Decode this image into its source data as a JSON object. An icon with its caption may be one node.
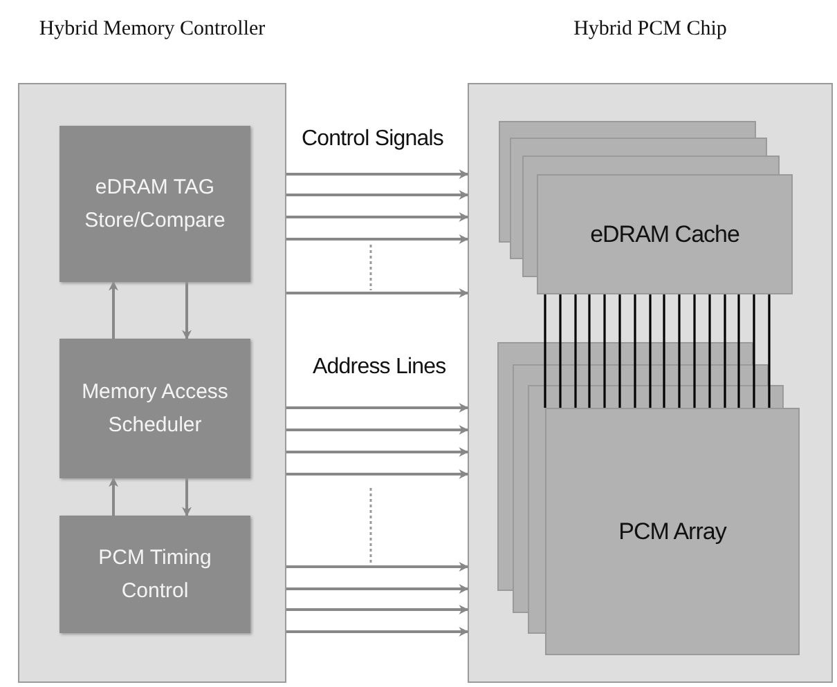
{
  "diagram": {
    "nodes": [
      {
        "text": [
          "Hybrid Memory Controller"
        ]
      },
      {
        "text": [
          "Hybrid PCM Chip"
        ]
      },
      {
        "text": [
          "eDRAM TAG Store/Compare"
        ],
        "in": 0
      },
      {
        "text": [
          "Memory Access Scheduler"
        ],
        "in": 0
      },
      {
        "text": [
          "PCM Timing Control"
        ],
        "in": 0
      },
      {
        "text": [
          "eDRAM Cache"
        ],
        "in": 1
      },
      {
        "text": [
          "PCM Array"
        ],
        "in": 1
      }
    ],
    "edges": [
      {
        "from": 3,
        "to": 2,
        "arrow": "to"
      },
      {
        "from": 2,
        "to": 3,
        "arrow": "to"
      },
      {
        "from": 4,
        "to": 3,
        "arrow": "to"
      },
      {
        "from": 3,
        "to": 4,
        "arrow": "to"
      },
      {
        "from": 0,
        "to": 1,
        "arrow": "to"
      },
      {
        "from": 0,
        "to": 1,
        "arrow": "to"
      },
      {
        "from": 0,
        "to": 1,
        "arrow": "to"
      },
      {
        "from": 0,
        "to": 1,
        "arrow": "to"
      },
      {
        "from": 0,
        "to": 1,
        "arrow": "to"
      },
      {
        "from": 0,
        "to": 1,
        "arrow": "to"
      },
      {
        "from": 0,
        "to": 1,
        "arrow": "to"
      },
      {
        "from": 0,
        "to": 1,
        "arrow": "to"
      },
      {
        "from": 0,
        "to": 1,
        "arrow": "to"
      },
      {
        "from": 0,
        "to": 1,
        "arrow": "to"
      },
      {
        "from": 0,
        "to": 1,
        "arrow": "to"
      },
      {
        "from": 0,
        "to": 1,
        "arrow": "to"
      },
      {
        "from": 0,
        "to": 1,
        "arrow": "to"
      },
      {
        "from": 5,
        "to": 6,
        "arrow": "none",
        "color": "#000000"
      },
      {
        "from": 5,
        "to": 6,
        "arrow": "none",
        "color": "#000000"
      },
      {
        "from": 5,
        "to": 6,
        "arrow": "none",
        "color": "#000000"
      },
      {
        "from": 5,
        "to": 6,
        "arrow": "none",
        "color": "#000000"
      },
      {
        "from": 5,
        "to": 6,
        "arrow": "none",
        "color": "#000000"
      },
      {
        "from": 5,
        "to": 6,
        "arrow": "none",
        "color": "#000000"
      },
      {
        "from": 5,
        "to": 6,
        "arrow": "none",
        "color": "#000000"
      },
      {
        "from": 5,
        "to": 6,
        "arrow": "none",
        "color": "#000000"
      },
      {
        "from": 5,
        "to": 6,
        "arrow": "none",
        "color": "#000000"
      },
      {
        "from": 5,
        "to": 6,
        "arrow": "none",
        "color": "#000000"
      },
      {
        "from": 5,
        "to": 6,
        "arrow": "none",
        "color": "#000000"
      },
      {
        "from": 5,
        "to": 6,
        "arrow": "none",
        "color": "#000000"
      },
      {
        "from": 5,
        "to": 6,
        "arrow": "none",
        "color": "#000000"
      },
      {
        "from": 5,
        "to": 6,
        "arrow": "none",
        "color": "#000000"
      },
      {
        "from": 5,
        "to": 6,
        "arrow": "none",
        "color": "#000000"
      },
      {
        "from": 5,
        "to": 6,
        "arrow": "none",
        "color": "#000000"
      }
    ],
    "labels": [
      "Control Signals",
      "Address Lines"
    ]
  }
}
